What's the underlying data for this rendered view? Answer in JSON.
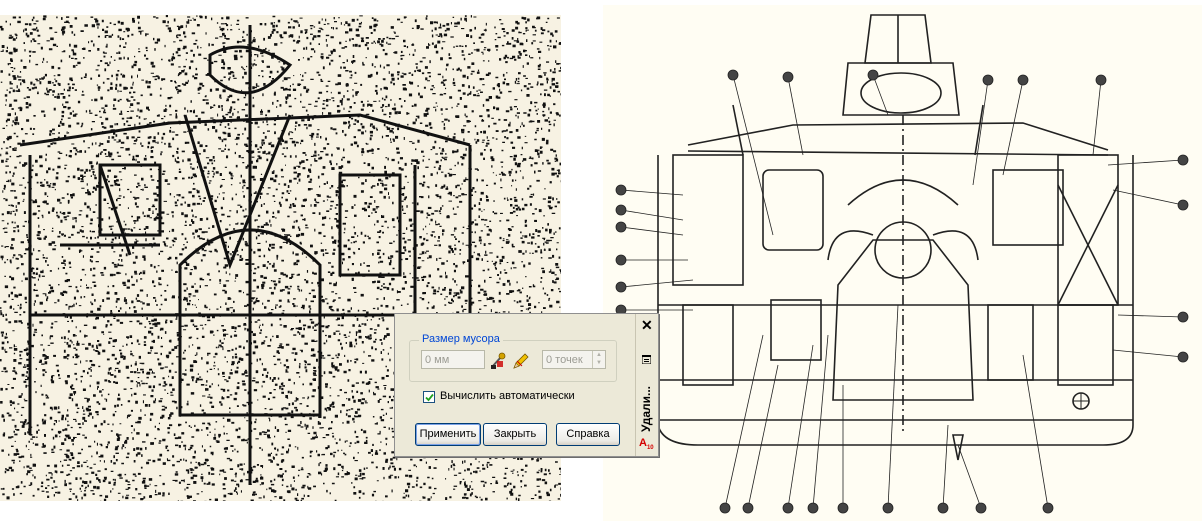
{
  "dialog": {
    "group_title": "Размер мусора",
    "size_mm_placeholder": "0 мм",
    "size_points_placeholder": "0 точек",
    "auto_checkbox_label": "Вычислить автоматически",
    "auto_checked": true,
    "apply_label": "Применить",
    "close_label": "Закрыть",
    "help_label": "Справка",
    "side_title": "Удали...",
    "close_glyph": "✕",
    "logo_letter": "A",
    "logo_version": "10"
  },
  "icons": {
    "pick": "dropper-pick-icon",
    "pencil": "pencil-icon",
    "close": "close-icon",
    "menu": "panel-menu-icon"
  },
  "colors": {
    "group_title": "#0046d5",
    "dialog_bg": "#ece9d8",
    "logo": "#d40000",
    "drawing_bg": "#fffdf3"
  }
}
